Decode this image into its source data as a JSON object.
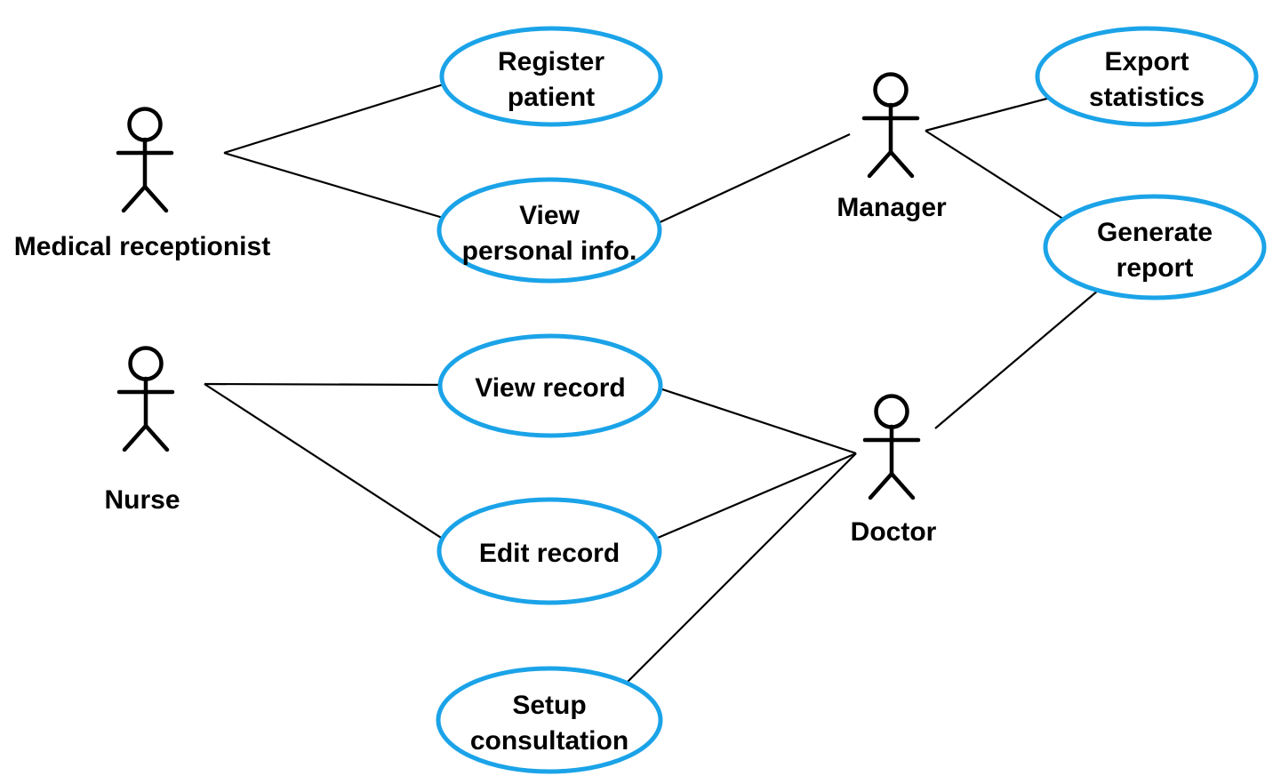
{
  "diagram": {
    "kind": "uml-use-case-diagram",
    "colors": {
      "accent": "#1ba3e8",
      "line": "#000000",
      "text": "#000000",
      "background": "#ffffff"
    },
    "actors": [
      {
        "name": "Medical receptionist"
      },
      {
        "name": "Manager"
      },
      {
        "name": "Nurse"
      },
      {
        "name": "Doctor"
      }
    ],
    "use_cases": [
      {
        "lines": [
          "Register",
          "patient"
        ]
      },
      {
        "lines": [
          "View",
          "personal info."
        ]
      },
      {
        "lines": [
          "Export",
          "statistics"
        ]
      },
      {
        "lines": [
          "Generate",
          "report"
        ]
      },
      {
        "lines": [
          "View record"
        ]
      },
      {
        "lines": [
          "Edit record"
        ]
      },
      {
        "lines": [
          "Setup",
          "consultation"
        ]
      }
    ],
    "associations": [
      {
        "from": "Medical receptionist",
        "to": "Register patient"
      },
      {
        "from": "Medical receptionist",
        "to": "View personal info."
      },
      {
        "from": "Manager",
        "to": "View personal info."
      },
      {
        "from": "Manager",
        "to": "Export statistics"
      },
      {
        "from": "Manager",
        "to": "Generate report"
      },
      {
        "from": "Nurse",
        "to": "View record"
      },
      {
        "from": "Nurse",
        "to": "Edit record"
      },
      {
        "from": "Doctor",
        "to": "View record"
      },
      {
        "from": "Doctor",
        "to": "Edit record"
      },
      {
        "from": "Doctor",
        "to": "Setup consultation"
      },
      {
        "from": "Doctor",
        "to": "Generate report"
      }
    ]
  }
}
